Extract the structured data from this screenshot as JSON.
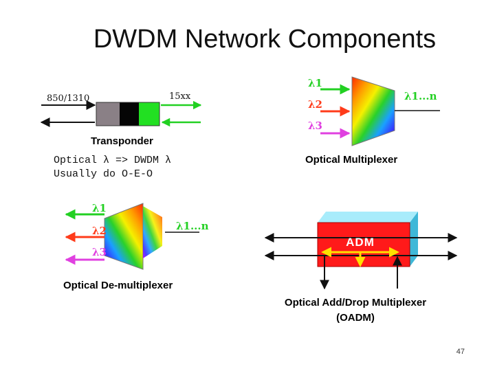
{
  "title": "DWDM Network Components",
  "transponder": {
    "input_label": "850/1310",
    "output_label": "15xx",
    "name": "Transponder",
    "note_line1": "Optical λ => DWDM λ",
    "note_line2": "Usually do O-E-O"
  },
  "multiplexer": {
    "lambda1": "λ1",
    "lambda2": "λ2",
    "lambda3": "λ3",
    "output": "λ1...n",
    "name": "Optical Multiplexer"
  },
  "demultiplexer": {
    "lambda1": "λ1",
    "lambda2": "λ2",
    "lambda3": "λ3",
    "input": "λ1...n",
    "name": "Optical De-multiplexer"
  },
  "oadm": {
    "box_label": "ADM",
    "name_line1": "Optical Add/Drop Multiplexer",
    "name_line2": "(OADM)"
  },
  "page_number": "47",
  "colors": {
    "green": "#22d022",
    "red": "#ff3b1a",
    "magenta": "#e040e0",
    "adm_red": "#e01a1a",
    "adm_cyan": "#6fd8f0"
  }
}
